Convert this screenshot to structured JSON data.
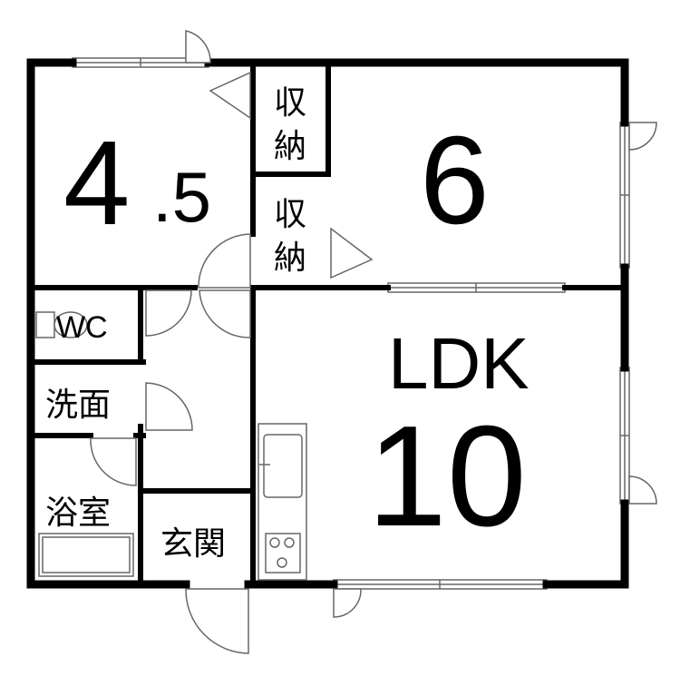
{
  "rooms": {
    "western_small": {
      "size_int": "4",
      "size_frac": ".5"
    },
    "western_large": {
      "size": "6"
    },
    "ldk": {
      "type": "LDK",
      "size": "10"
    },
    "storage_1": {
      "label_top": "収",
      "label_bottom": "納"
    },
    "storage_2": {
      "label_top": "収",
      "label_bottom": "納"
    },
    "toilet": {
      "label": "WC"
    },
    "washroom": {
      "label": "洗面"
    },
    "bathroom": {
      "label": "浴室"
    },
    "entrance": {
      "label": "玄関"
    }
  },
  "colors": {
    "wall": "#000000",
    "fixture_line": "#666666",
    "background": "#ffffff"
  }
}
